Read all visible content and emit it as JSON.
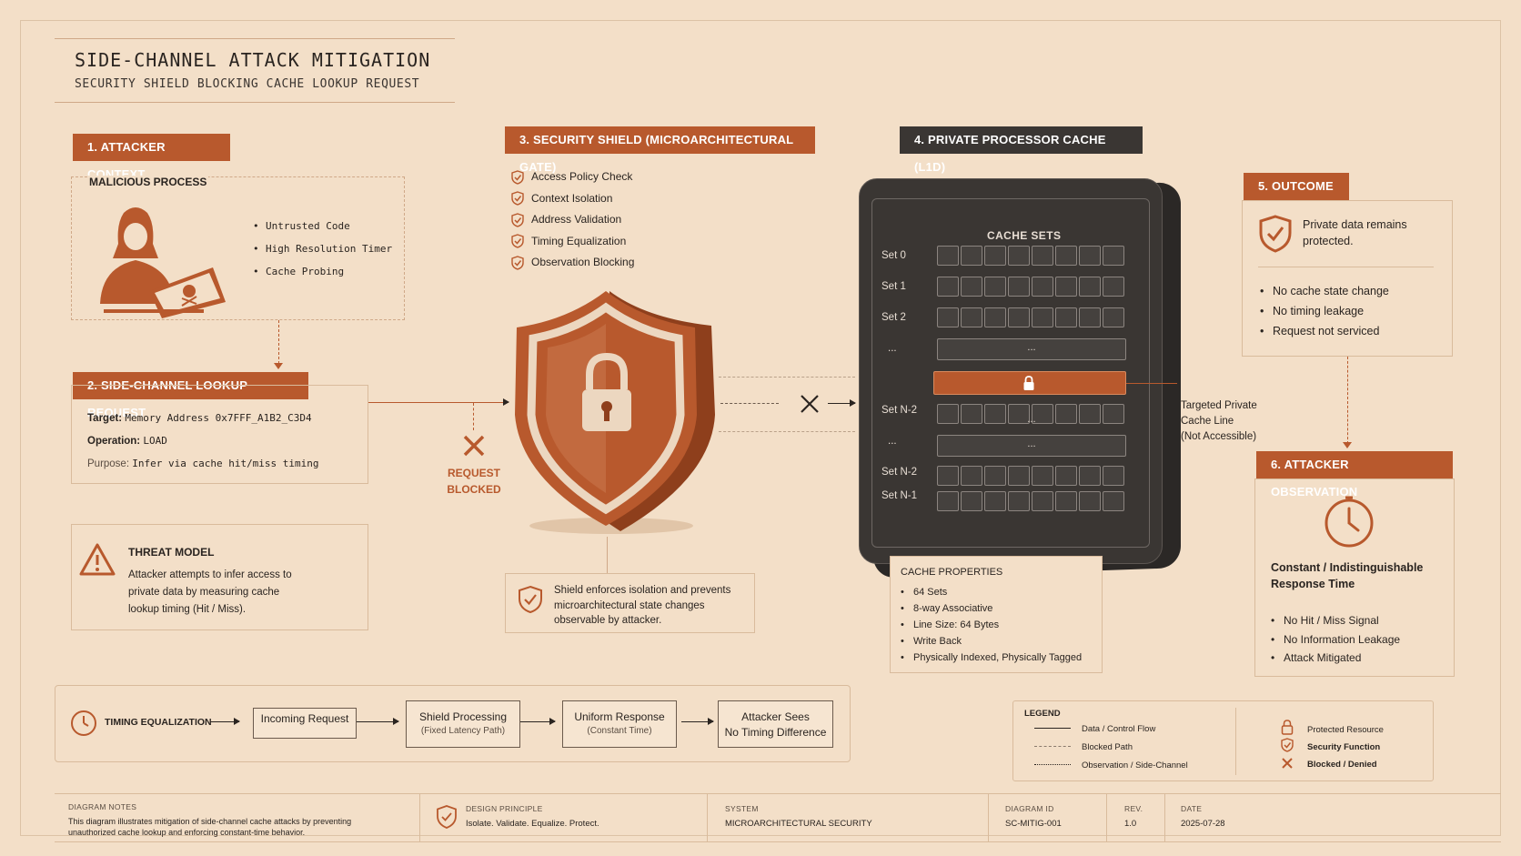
{
  "title": "SIDE-CHANNEL ATTACK MITIGATION",
  "subtitle": "SECURITY SHIELD BLOCKING CACHE LOOKUP REQUEST",
  "attacker": {
    "header": "1. ATTACKER CONTEXT",
    "process_label": "MALICIOUS PROCESS",
    "bullets": [
      "Untrusted Code",
      "High Resolution Timer",
      "Cache Probing"
    ]
  },
  "lookup": {
    "header": "2. SIDE-CHANNEL LOOKUP REQUEST",
    "target_label": "Target:",
    "target_value": "Memory Address 0x7FFF_A1B2_C3D4",
    "operation_label": "Operation:",
    "operation_value": "LOAD",
    "purpose_label": "Purpose:",
    "purpose_value": "Infer via cache hit/miss timing"
  },
  "blocked": {
    "line1": "REQUEST",
    "line2": "BLOCKED"
  },
  "threat": {
    "title": "THREAT MODEL",
    "line1": "Attacker attempts to infer access to",
    "line2": "private data by measuring cache",
    "line3": "lookup timing (Hit / Miss)."
  },
  "shield": {
    "header": "3. SECURITY SHIELD (MICROARCHITECTURAL GATE)",
    "checks": [
      "Access Policy Check",
      "Context Isolation",
      "Address Validation",
      "Timing Equalization",
      "Observation Blocking"
    ],
    "note_line1": "Shield enforces isolation and prevents",
    "note_line2": "microarchitectural state changes",
    "note_line3": "observable by attacker."
  },
  "cache": {
    "header": "4. PRIVATE PROCESSOR CACHE (L1D)",
    "sets_title": "CACHE SETS",
    "set_labels": [
      "Set 0",
      "Set 1",
      "Set 2",
      "...",
      "Set N-2",
      "...",
      "Set N-2",
      "Set N-1"
    ],
    "ellipsis": "...",
    "targeted_line1": "Targeted Private",
    "targeted_line2": "Cache Line",
    "targeted_line3": "(Not Accessible)",
    "props_title": "CACHE PROPERTIES",
    "props": [
      "64 Sets",
      "8-way Associative",
      "Line Size: 64 Bytes",
      "Write Back",
      "Physically Indexed, Physically Tagged"
    ]
  },
  "outcome": {
    "header": "5. OUTCOME",
    "line1": "Private data remains",
    "line2": "protected.",
    "bullets": [
      "No cache state change",
      "No timing leakage",
      "Request not serviced"
    ]
  },
  "observation": {
    "header": "6. ATTACKER OBSERVATION",
    "line1": "Constant / Indistinguishable",
    "line2": "Response Time",
    "bullets": [
      "No Hit / Miss Signal",
      "No Information Leakage",
      "Attack Mitigated"
    ]
  },
  "timing": {
    "label": "TIMING EQUALIZATION",
    "steps": [
      {
        "title": "Incoming Request",
        "sub": ""
      },
      {
        "title": "Shield Processing",
        "sub": "(Fixed Latency Path)"
      },
      {
        "title": "Uniform Response",
        "sub": "(Constant Time)"
      },
      {
        "title": "Attacker Sees",
        "sub": "No Timing Difference"
      }
    ]
  },
  "legend": {
    "title": "LEGEND",
    "lines": [
      "Data / Control Flow",
      "Blocked Path",
      "Observation / Side-Channel"
    ],
    "icons": [
      "Protected Resource",
      "Security Function",
      "Blocked / Denied"
    ]
  },
  "footer": {
    "notes_label": "DIAGRAM NOTES",
    "notes_line1": "This diagram illustrates mitigation of side-channel cache attacks by preventing",
    "notes_line2": "unauthorized cache lookup and enforcing constant-time behavior.",
    "principle_label": "DESIGN PRINCIPLE",
    "principle_value": "Isolate. Validate. Equalize. Protect.",
    "system_label": "SYSTEM",
    "system_value": "MICROARCHITECTURAL SECURITY",
    "id_label": "DIAGRAM ID",
    "id_value": "SC-MITIG-001",
    "rev_label": "REV.",
    "rev_value": "1.0",
    "date_label": "DATE",
    "date_value": "2025-07-28"
  },
  "colors": {
    "accent": "#b8592d",
    "dark": "#3a3633",
    "background": "#f3dfc8"
  }
}
